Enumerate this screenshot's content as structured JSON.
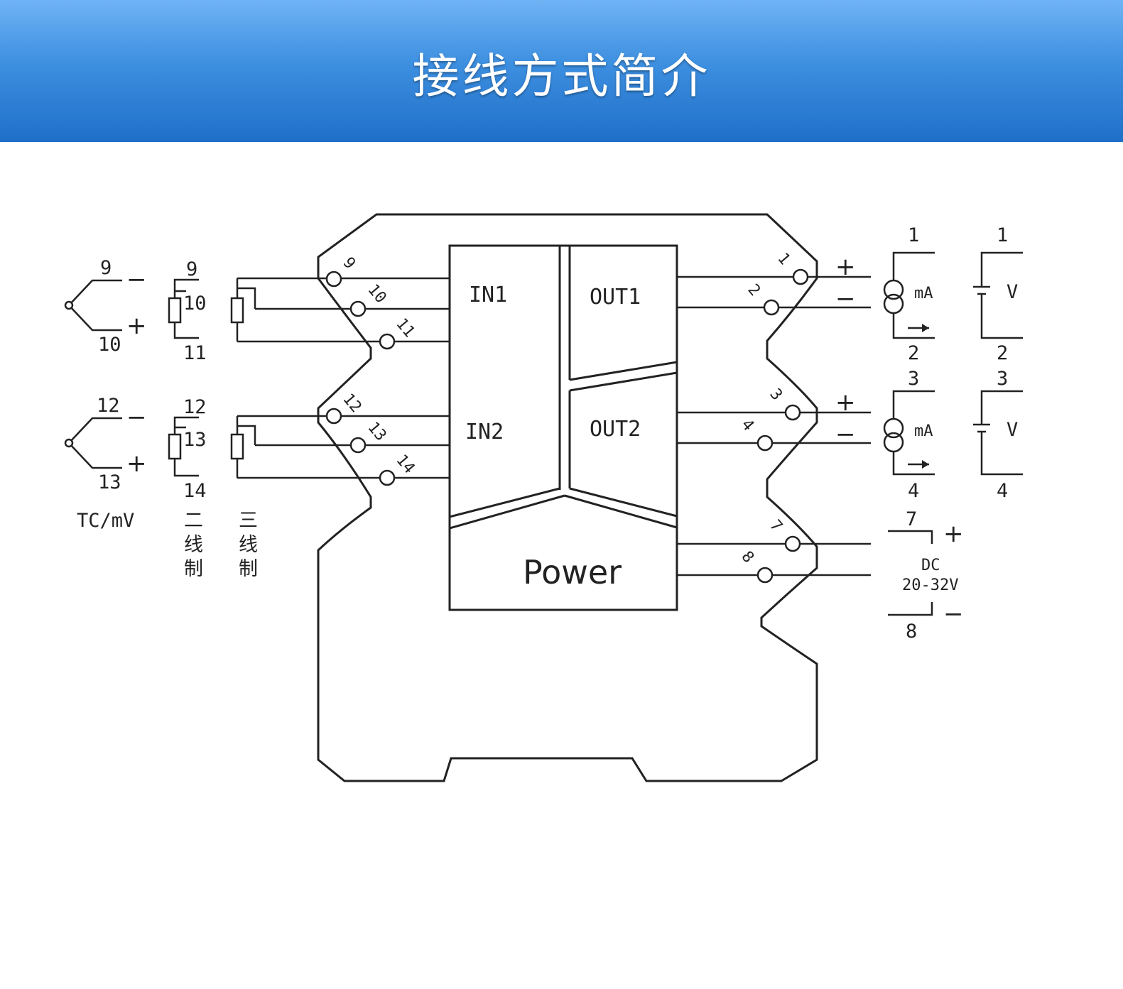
{
  "title": "接线方式简介",
  "inputs": {
    "tc_label": "TC/mV",
    "two_wire": [
      "二",
      "线",
      "制"
    ],
    "three_wire": [
      "三",
      "线",
      "制"
    ],
    "ch1": {
      "tc_top": "9",
      "tc_bottom": "10",
      "rtd_top": "9",
      "rtd_mid": "10",
      "rtd_bottom": "11",
      "minus": "−",
      "plus": "+"
    },
    "ch2": {
      "tc_top": "12",
      "tc_bottom": "13",
      "rtd_top": "12",
      "rtd_mid": "13",
      "rtd_bottom": "14",
      "minus": "−",
      "plus": "+"
    }
  },
  "module": {
    "in1": "IN1",
    "in2": "IN2",
    "out1": "OUT1",
    "out2": "OUT2",
    "power": "Power",
    "terminals_left": [
      "9",
      "10",
      "11",
      "12",
      "13",
      "14"
    ],
    "terminals_right": [
      "1",
      "2",
      "3",
      "4",
      "7",
      "8"
    ]
  },
  "outputs": {
    "ch1": {
      "plus": "+",
      "minus": "−",
      "current_top": "1",
      "current_bottom": "2",
      "current_unit": "mA",
      "voltage_top": "1",
      "voltage_bottom": "2",
      "voltage_unit": "V"
    },
    "ch2": {
      "plus": "+",
      "minus": "−",
      "current_top": "3",
      "current_bottom": "4",
      "current_unit": "mA",
      "voltage_top": "3",
      "voltage_bottom": "4",
      "voltage_unit": "V"
    },
    "power": {
      "top": "7",
      "bottom": "8",
      "plus": "+",
      "minus": "−",
      "dc": "DC",
      "range": "20-32V"
    }
  }
}
